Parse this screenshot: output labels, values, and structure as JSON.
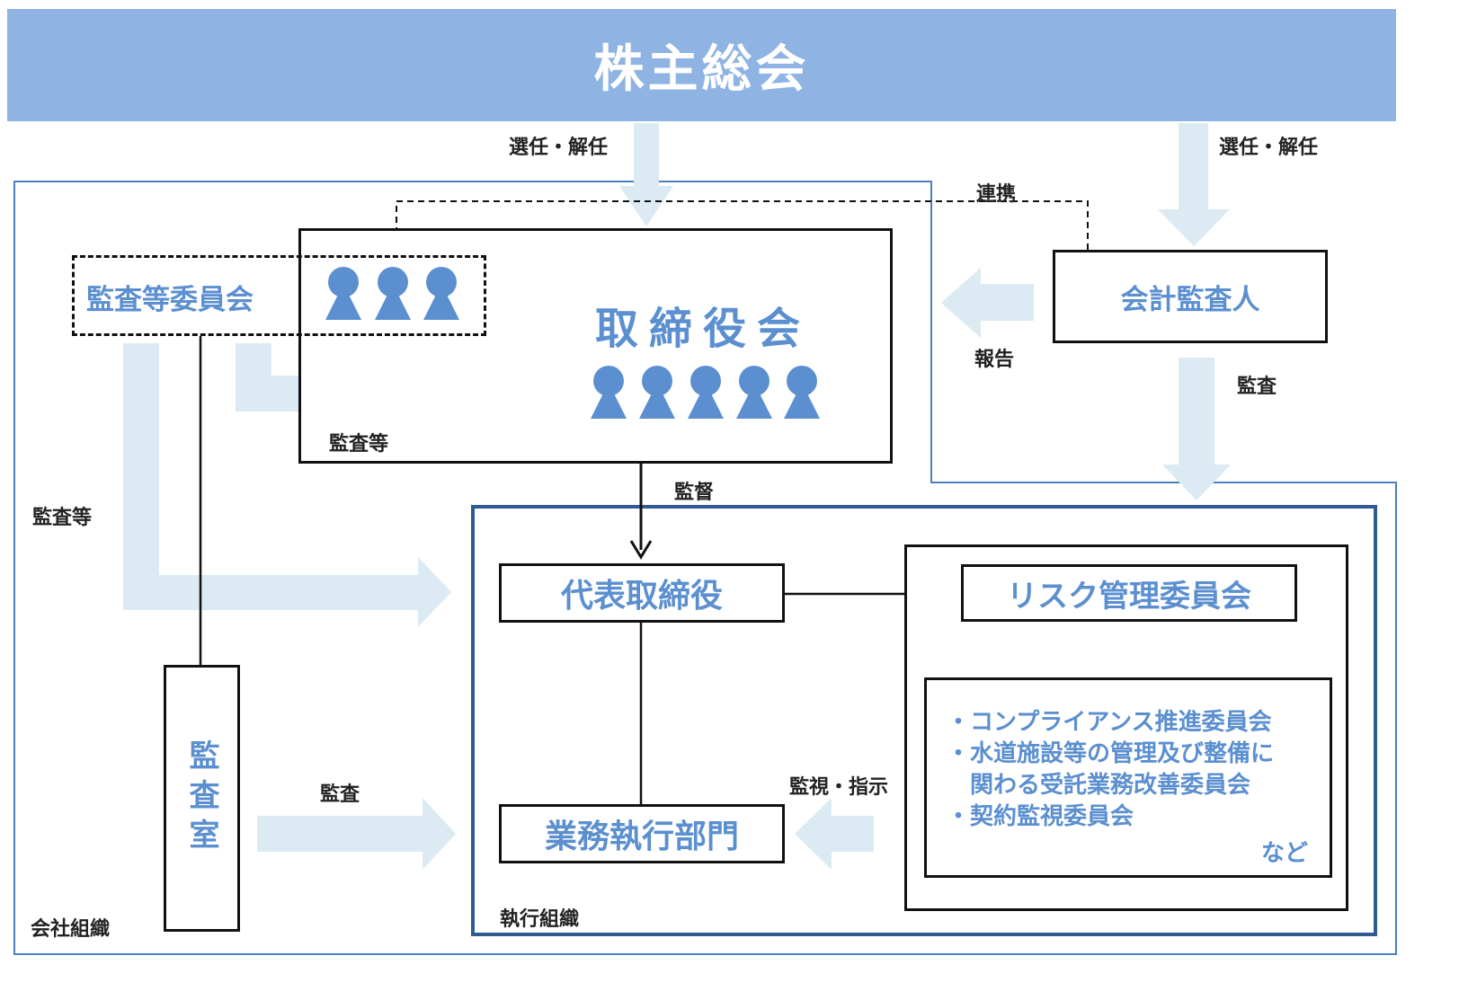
{
  "colors": {
    "header_bg": "#8fb4e3",
    "accent_text": "#5b8fd0",
    "arrow_fill": "#dbeaf3",
    "frame_blue": "#4a7fc0",
    "exec_frame": "#2f5b94"
  },
  "header": {
    "title": "株主総会"
  },
  "nodes": {
    "audit_committee": "監査等委員会",
    "board": "取締役会",
    "accounting_auditor": "会計監査人",
    "representative_director": "代表取締役",
    "business_execution": "業務執行部門",
    "risk_committee": "リスク管理委員会",
    "audit_office": "監査室"
  },
  "committees": {
    "items": [
      "・コンプライアンス推進委員会",
      "・水道施設等の管理及び整備に",
      "　関わる受託業務改善委員会",
      "・契約監視委員会"
    ],
    "etc": "など"
  },
  "labels": {
    "appoint_left": "選任・解任",
    "appoint_right": "選任・解任",
    "coordination": "連携",
    "report": "報告",
    "audit_right": "監査",
    "audit_etc_board": "監査等",
    "supervision": "監督",
    "audit_etc_left": "監査等",
    "audit_office_arrow": "監査",
    "monitor_instruct": "監視・指示",
    "company_org": "会社組織",
    "exec_org": "執行組織"
  }
}
